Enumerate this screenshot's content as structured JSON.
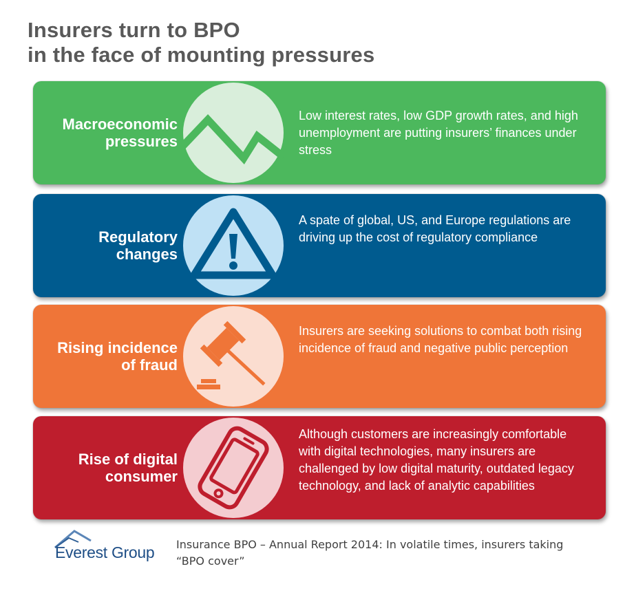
{
  "title_line1": "Insurers turn to BPO",
  "title_line2": "in the face of mounting pressures",
  "panels": [
    {
      "title_line1": "Macroeconomic",
      "title_line2": "pressures",
      "description": "Low interest rates, low GDP growth rates, and high unemployment are putting insurers’ finances under stress",
      "icon": "declining-line-chart-icon",
      "color": "#4cb85d"
    },
    {
      "title_line1": "Regulatory",
      "title_line2": "changes",
      "description": "A spate of global, US, and Europe regulations are driving up the cost of regulatory compliance",
      "icon": "warning-triangle-icon",
      "color": "#005b8f"
    },
    {
      "title_line1": "Rising incidence",
      "title_line2": "of fraud",
      "description": "Insurers are seeking solutions to combat both rising incidence of fraud and negative public perception",
      "icon": "gavel-icon",
      "color": "#ef7538"
    },
    {
      "title_line1": "Rise of digital",
      "title_line2": "consumer",
      "description": "Although customers are increasingly comfortable with digital technologies, many insurers are challenged by low digital maturity, outdated legacy technology, and lack of analytic capabilities",
      "icon": "smartphone-icon",
      "color": "#be1e2d"
    }
  ],
  "footer": {
    "logo_text": "Everest Group",
    "source_text": "Insurance BPO – Annual Report 2014: In volatile times, insurers taking “BPO cover”"
  }
}
